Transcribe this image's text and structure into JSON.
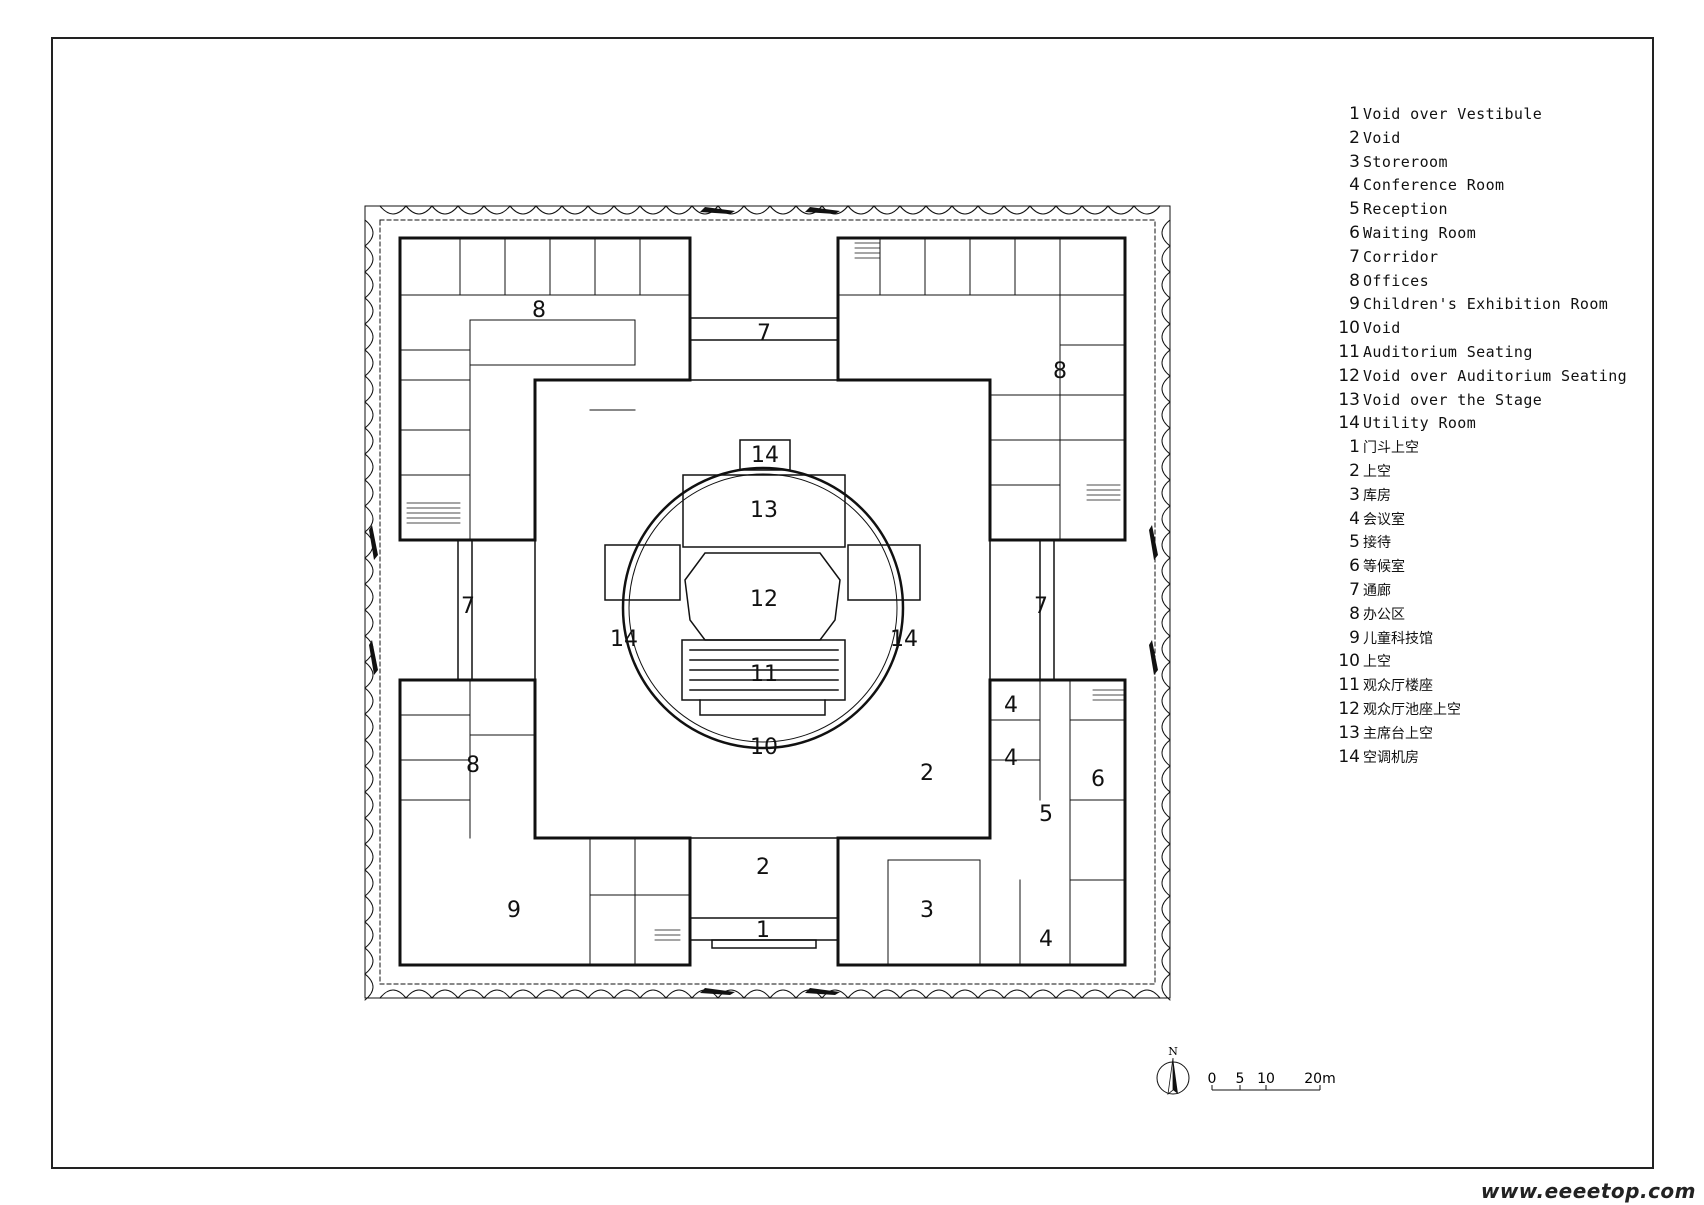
{
  "plan_labels": {
    "r1": "1",
    "r2a": "2",
    "r2b": "2",
    "r3": "3",
    "r4a": "4",
    "r4b": "4",
    "r4c": "4",
    "r5": "5",
    "r6": "6",
    "r7n": "7",
    "r7w": "7",
    "r7e": "7",
    "r8nw": "8",
    "r8ne": "8",
    "r8sw": "8",
    "r9": "9",
    "r10": "10",
    "r11": "11",
    "r12": "12",
    "r13": "13",
    "r14n": "14",
    "r14w": "14",
    "r14e": "14"
  },
  "legend_en": [
    {
      "num": "1",
      "text": "Void over Vestibule"
    },
    {
      "num": "2",
      "text": "Void"
    },
    {
      "num": "3",
      "text": "Storeroom"
    },
    {
      "num": "4",
      "text": "Conference Room"
    },
    {
      "num": "5",
      "text": "Reception"
    },
    {
      "num": "6",
      "text": "Waiting Room"
    },
    {
      "num": "7",
      "text": "Corridor"
    },
    {
      "num": "8",
      "text": "Offices"
    },
    {
      "num": "9",
      "text": "Children's Exhibition Room"
    },
    {
      "num": "10",
      "text": "Void"
    },
    {
      "num": "11",
      "text": "Auditorium Seating"
    },
    {
      "num": "12",
      "text": "Void over Auditorium Seating"
    },
    {
      "num": "13",
      "text": "Void over the Stage"
    },
    {
      "num": "14",
      "text": "Utility Room"
    }
  ],
  "legend_zh": [
    {
      "num": "1",
      "text": "门斗上空"
    },
    {
      "num": "2",
      "text": "上空"
    },
    {
      "num": "3",
      "text": "库房"
    },
    {
      "num": "4",
      "text": "会议室"
    },
    {
      "num": "5",
      "text": "接待"
    },
    {
      "num": "6",
      "text": "等候室"
    },
    {
      "num": "7",
      "text": "通廊"
    },
    {
      "num": "8",
      "text": "办公区"
    },
    {
      "num": "9",
      "text": "儿童科技馆"
    },
    {
      "num": "10",
      "text": "上空"
    },
    {
      "num": "11",
      "text": "观众厅楼座"
    },
    {
      "num": "12",
      "text": "观众厅池座上空"
    },
    {
      "num": "13",
      "text": "主席台上空"
    },
    {
      "num": "14",
      "text": "空调机房"
    }
  ],
  "north_arrow": {
    "label": "N",
    "icon": "north-arrow-icon"
  },
  "scale_bar": {
    "ticks": [
      "0",
      "5",
      "10",
      "20m"
    ]
  },
  "watermark": "www.eeeetop.com"
}
